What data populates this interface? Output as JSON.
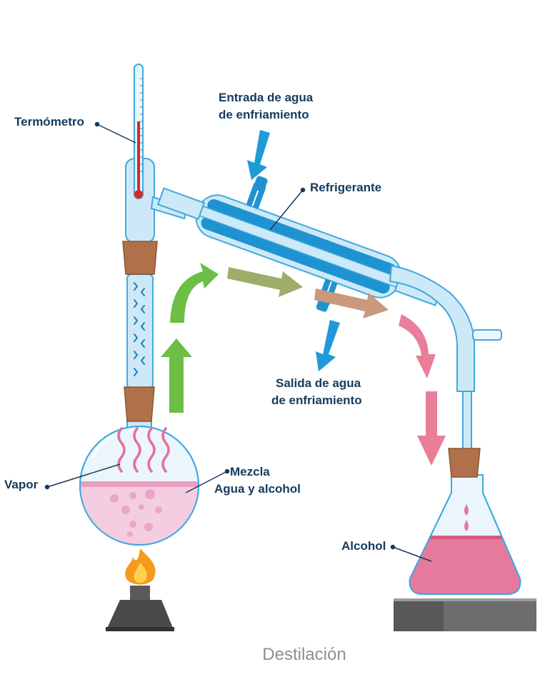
{
  "title": "Destilación",
  "labels": {
    "thermometer": "Termómetro",
    "water_in_1": "Entrada de agua",
    "water_in_2": "de enfriamiento",
    "condenser": "Refrigerante",
    "water_out_1": "Salida de agua",
    "water_out_2": "de enfriamiento",
    "vapor": "Vapor",
    "mixture_1": "Mezcla",
    "mixture_2": "Agua y alcohol",
    "alcohol": "Alcohol"
  },
  "colors": {
    "label_text": "#153a5c",
    "caption_text": "#8f8f8f",
    "glass_blue": "#cde9f7",
    "glass_outline": "#3fa9dc",
    "condenser_water": "#1f93d2",
    "water_arrow": "#1e9ad6",
    "cork": "#b0714a",
    "liquid_pink": "#f4cde0",
    "alcohol_pink": "#e67a9c",
    "vapor_pink": "#e56f9b",
    "arrow_green": "#6cbe45",
    "arrow_olive": "#9fad6a",
    "arrow_brown": "#c9987d",
    "arrow_pink": "#ea7d97",
    "thermometer_red": "#d9262a",
    "flame_orange": "#f39a1f",
    "burner_gray": "#4a4a4c",
    "hotplate_gray": "#6d6d6d"
  }
}
